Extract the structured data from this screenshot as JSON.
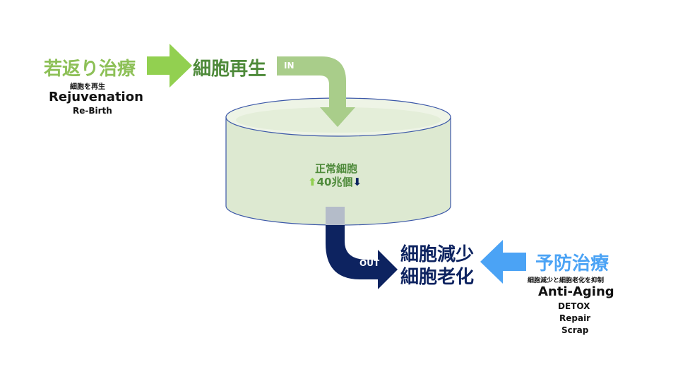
{
  "left": {
    "title": "若返り治療",
    "subtitle_small": "細胞を再生",
    "english": "Rejuvenation",
    "english_sub": "Re-Birth"
  },
  "regeneration_label": "細胞再生",
  "in_label": "IN",
  "out_label": "OUT",
  "tank": {
    "label": "正常細胞",
    "count": "40兆個",
    "up_arrow": "⬆",
    "down_arrow": "⬇"
  },
  "decline": {
    "line1": "細胞減少",
    "line2": "細胞老化"
  },
  "right": {
    "title": "予防治療",
    "subtitle_small": "細胞減少と細胞老化を抑制",
    "english": "Anti-Aging",
    "items": [
      "DETOX",
      "Repair",
      "Scrap"
    ]
  },
  "colors": {
    "green_text": "#8dc057",
    "green_dark": "#4e8a3a",
    "green_arrow": "#92d050",
    "in_pipe": "#a9cd8a",
    "tank_fill": "#dde9d1",
    "tank_stroke": "#3b57a8",
    "navy": "#0d2360",
    "blue": "#4ba3f5"
  }
}
